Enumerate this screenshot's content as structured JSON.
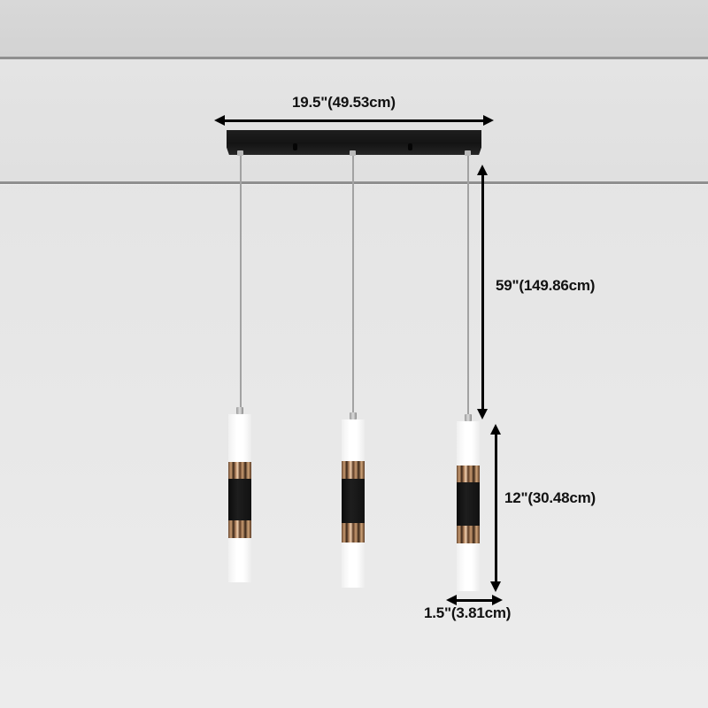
{
  "product": {
    "type": "3-light linear pendant",
    "pendant_count": 3,
    "colors": {
      "canopy": "#161616",
      "diffuser": "#ffffff",
      "body": "#141414",
      "accent_band": "#b48560",
      "cord": "#a2a2a2"
    }
  },
  "dimensions": {
    "canopy_width": "19.5\"(49.53cm)",
    "drop_length": "59\"(149.86cm)",
    "shade_height": "12\"(30.48cm)",
    "shade_diameter": "1.5\"(3.81cm)"
  }
}
